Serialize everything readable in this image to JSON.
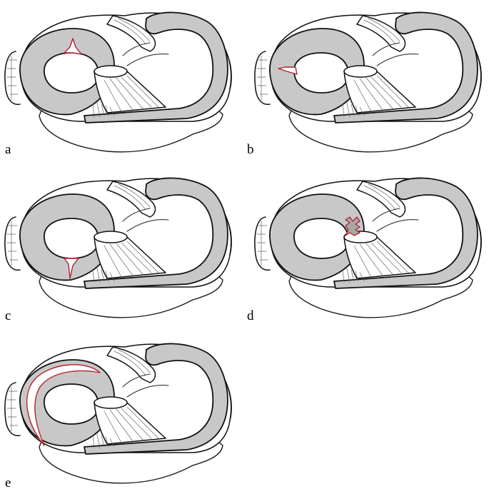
{
  "figure": {
    "panels": [
      {
        "label": "a",
        "tear": "radial-tear-posterior"
      },
      {
        "label": "b",
        "tear": "horizontal-tear"
      },
      {
        "label": "c",
        "tear": "radial-tear-anterior"
      },
      {
        "label": "d",
        "tear": "complex-tear"
      },
      {
        "label": "e",
        "tear": "bucket-handle-tear"
      }
    ],
    "colors": {
      "meniscus": "#c8c8c8",
      "outline": "#111111",
      "tear": "#b3202a",
      "background": "#ffffff"
    }
  }
}
